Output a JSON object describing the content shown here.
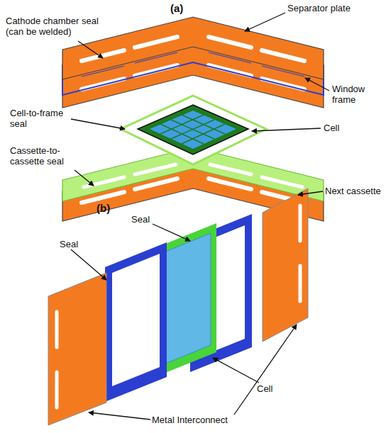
{
  "diagram": {
    "labels": [
      "(a)",
      "Separator plate",
      "Cathode chamber seal (can be welded)",
      "Window frame",
      "Cell-to-frame seal",
      "Cell",
      "Cassette-to-cassette seal",
      "Next cassette",
      "(b)",
      "Seal",
      "Seal",
      "Cell",
      "Metal Interconnect"
    ]
  }
}
